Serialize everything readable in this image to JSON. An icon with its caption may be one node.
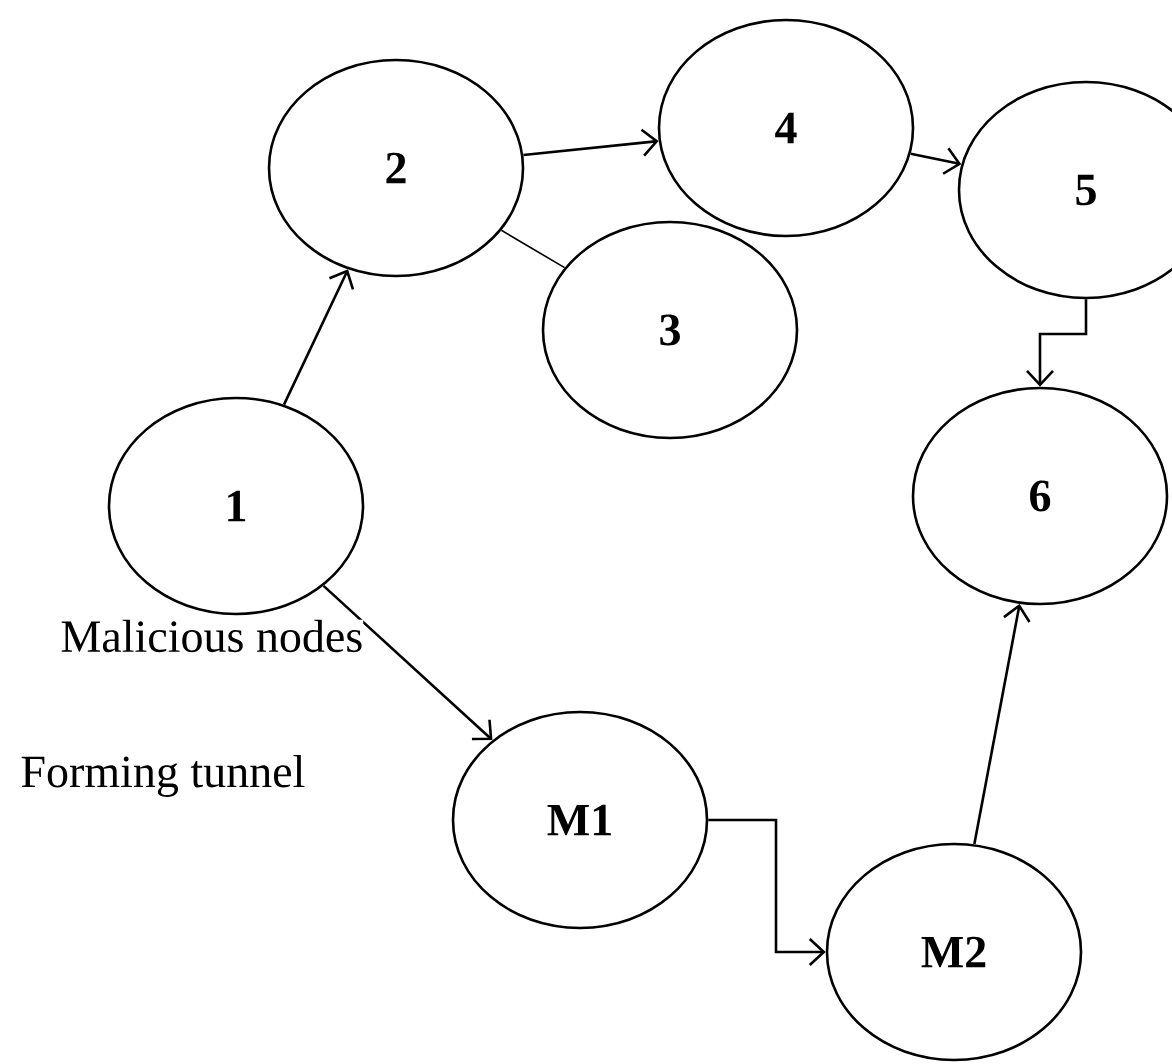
{
  "diagram": {
    "nodes": [
      {
        "text": [
          "1"
        ]
      },
      {
        "text": [
          "2"
        ]
      },
      {
        "text": [
          "3"
        ]
      },
      {
        "text": [
          "4"
        ]
      },
      {
        "text": [
          "5"
        ]
      },
      {
        "text": [
          "6"
        ]
      },
      {
        "text": [
          "M1"
        ]
      },
      {
        "text": [
          "M2"
        ]
      }
    ],
    "edges": [
      {
        "from": 0,
        "to": 1,
        "arrow": "to"
      },
      {
        "from": 1,
        "to": 2,
        "arrow": "none"
      },
      {
        "from": 1,
        "to": 3,
        "arrow": "to"
      },
      {
        "from": 3,
        "to": 4,
        "arrow": "to"
      },
      {
        "from": 4,
        "to": 5,
        "arrow": "to"
      },
      {
        "from": 0,
        "to": 6,
        "arrow": "to"
      },
      {
        "from": 6,
        "to": 7,
        "arrow": "to"
      },
      {
        "from": 7,
        "to": 5,
        "arrow": "to"
      }
    ],
    "labels": [
      "Malicious nodes",
      "Forming tunnel"
    ]
  }
}
